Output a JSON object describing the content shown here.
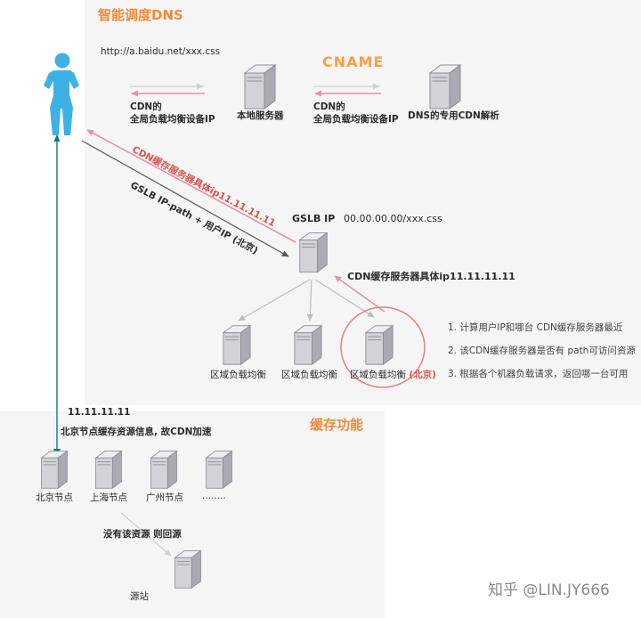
{
  "colors": {
    "accent_orange": "#F08A3C",
    "highlight_red": "#D9534F",
    "arrow_pink": "#E294A0",
    "arrow_teal": "#0F7B7C",
    "person_blue": "#3EB1E4"
  },
  "watermark": "知乎 @LIN.JY666",
  "dns_section": {
    "title": "智能调度DNS",
    "request_url": "http://a.baidu.net/xxx.css",
    "cname_label": "CNAME",
    "local_dns_label": "本地服务器",
    "cdn_resolver_label": "DNS的专用CDN解析",
    "gslb_ip_reply_left": {
      "line1": "CDN的",
      "line2": "全局负载均衡设备IP"
    },
    "gslb_ip_reply_right": {
      "line1": "CDN的",
      "line2": "全局负载均衡设备IP"
    },
    "diag_reply_label": "CDN缓存服务器具体ip11.11.11.11",
    "diag_request_label": "GSLB IP-path + 用户IP (北京)",
    "gslb_label": "GSLB IP",
    "gslb_url": "00.00.00.00/xxx.css",
    "cache_server_ip_label": "CDN缓存服务器具体ip11.11.11.11",
    "regional_nodes": [
      "区域负载均衡",
      "区域负载均衡",
      "区域负载均衡"
    ],
    "regional_highlight": "(北京)",
    "steps": [
      "1. 计算用户IP和哪台 CDN缓存服务器最近",
      "2. 该CDN缓存服务器是否有 path可访问资源",
      "3. 根据各个机器负载请求，返回哪一台可用"
    ]
  },
  "cache_section": {
    "title": "缓存功能",
    "node_ip": "11.11.11.11",
    "cache_note": "北京节点缓存资源信息, 故CDN加速",
    "nodes": [
      "北京节点",
      "上海节点",
      "广州节点",
      "........"
    ],
    "origin_note": "没有该资源 则回源",
    "origin_label": "源站"
  }
}
